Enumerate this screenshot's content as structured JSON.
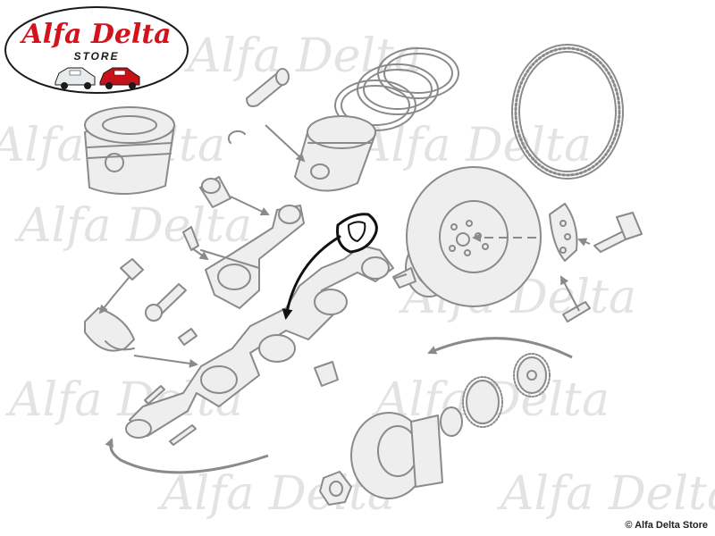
{
  "logo": {
    "title": "Alfa Delta",
    "subtitle": "STORE",
    "title_color": "#d4121c",
    "border_color": "#1a1a1a",
    "car_colors": [
      "#e8eaec",
      "#c8121a"
    ]
  },
  "watermark": {
    "text": "Alfa Delta",
    "color": "#e3e3e3"
  },
  "diagram": {
    "line_color": "#8a8a8a",
    "fill_color": "#eeeeee",
    "highlight_color": "#111111"
  },
  "footer": {
    "copyright": "© Alfa Delta Store"
  }
}
